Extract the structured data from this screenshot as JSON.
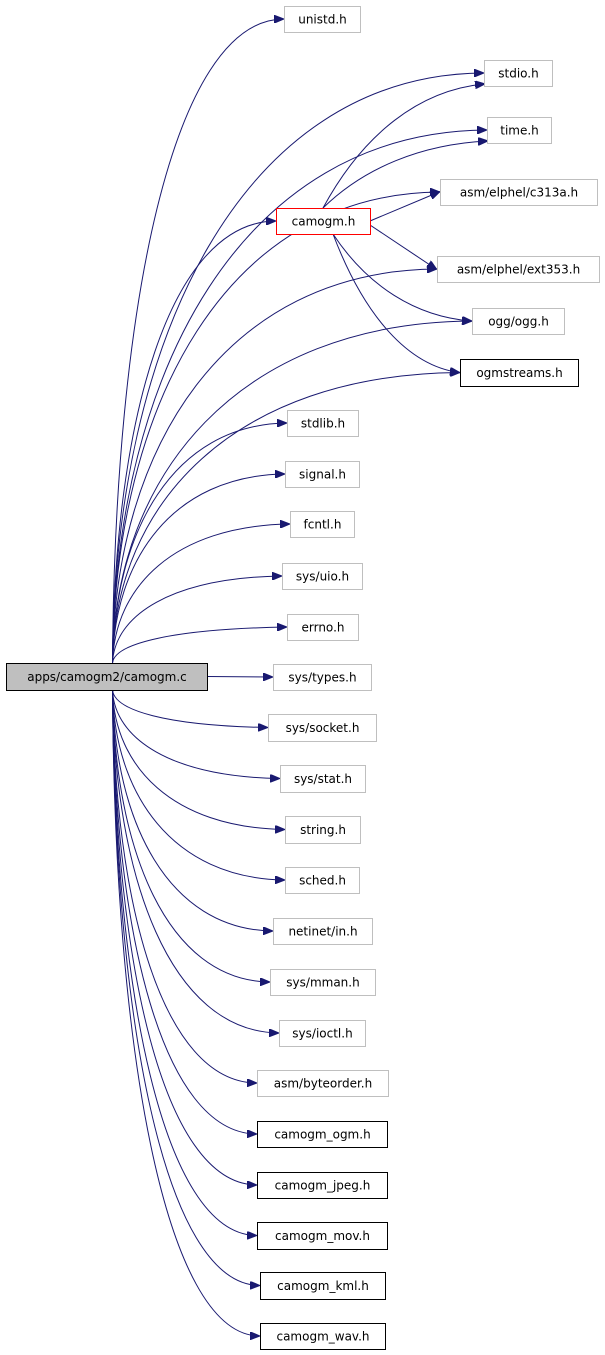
{
  "diagram": {
    "type": "include-dependency-graph",
    "root": "apps/camogm2/camogm.c",
    "colors": {
      "edge": "#191970",
      "root_fill": "#bfbfbf",
      "highlight_border": "#ff0000",
      "plain_border": "#bfbfbf",
      "linked_border": "#000000"
    },
    "nodes": [
      {
        "id": "root",
        "label": "apps/camogm2/camogm.c",
        "style": "root"
      },
      {
        "id": "unistd",
        "label": "unistd.h",
        "style": "plain"
      },
      {
        "id": "stdio",
        "label": "stdio.h",
        "style": "plain"
      },
      {
        "id": "time",
        "label": "time.h",
        "style": "plain"
      },
      {
        "id": "c313a",
        "label": "asm/elphel/c313a.h",
        "style": "plain"
      },
      {
        "id": "camogmh",
        "label": "camogm.h",
        "style": "highlight"
      },
      {
        "id": "ext353",
        "label": "asm/elphel/ext353.h",
        "style": "plain"
      },
      {
        "id": "ogg",
        "label": "ogg/ogg.h",
        "style": "plain"
      },
      {
        "id": "ogmstreams",
        "label": "ogmstreams.h",
        "style": "linked"
      },
      {
        "id": "stdlib",
        "label": "stdlib.h",
        "style": "plain"
      },
      {
        "id": "signal",
        "label": "signal.h",
        "style": "plain"
      },
      {
        "id": "fcntl",
        "label": "fcntl.h",
        "style": "plain"
      },
      {
        "id": "uio",
        "label": "sys/uio.h",
        "style": "plain"
      },
      {
        "id": "errno",
        "label": "errno.h",
        "style": "plain"
      },
      {
        "id": "types",
        "label": "sys/types.h",
        "style": "plain"
      },
      {
        "id": "socket",
        "label": "sys/socket.h",
        "style": "plain"
      },
      {
        "id": "stat",
        "label": "sys/stat.h",
        "style": "plain"
      },
      {
        "id": "string",
        "label": "string.h",
        "style": "plain"
      },
      {
        "id": "sched",
        "label": "sched.h",
        "style": "plain"
      },
      {
        "id": "netinet",
        "label": "netinet/in.h",
        "style": "plain"
      },
      {
        "id": "mman",
        "label": "sys/mman.h",
        "style": "plain"
      },
      {
        "id": "ioctl",
        "label": "sys/ioctl.h",
        "style": "plain"
      },
      {
        "id": "byteorder",
        "label": "asm/byteorder.h",
        "style": "plain"
      },
      {
        "id": "c_ogm",
        "label": "camogm_ogm.h",
        "style": "linked"
      },
      {
        "id": "c_jpeg",
        "label": "camogm_jpeg.h",
        "style": "linked"
      },
      {
        "id": "c_mov",
        "label": "camogm_mov.h",
        "style": "linked"
      },
      {
        "id": "c_kml",
        "label": "camogm_kml.h",
        "style": "linked"
      },
      {
        "id": "c_wav",
        "label": "camogm_wav.h",
        "style": "linked"
      }
    ],
    "edges": [
      {
        "from": "root",
        "to": "unistd"
      },
      {
        "from": "root",
        "to": "stdio"
      },
      {
        "from": "root",
        "to": "time"
      },
      {
        "from": "root",
        "to": "c313a"
      },
      {
        "from": "root",
        "to": "camogmh"
      },
      {
        "from": "root",
        "to": "ext353"
      },
      {
        "from": "root",
        "to": "ogg"
      },
      {
        "from": "root",
        "to": "ogmstreams"
      },
      {
        "from": "root",
        "to": "stdlib"
      },
      {
        "from": "root",
        "to": "signal"
      },
      {
        "from": "root",
        "to": "fcntl"
      },
      {
        "from": "root",
        "to": "uio"
      },
      {
        "from": "root",
        "to": "errno"
      },
      {
        "from": "root",
        "to": "types"
      },
      {
        "from": "root",
        "to": "socket"
      },
      {
        "from": "root",
        "to": "stat"
      },
      {
        "from": "root",
        "to": "string"
      },
      {
        "from": "root",
        "to": "sched"
      },
      {
        "from": "root",
        "to": "netinet"
      },
      {
        "from": "root",
        "to": "mman"
      },
      {
        "from": "root",
        "to": "ioctl"
      },
      {
        "from": "root",
        "to": "byteorder"
      },
      {
        "from": "root",
        "to": "c_ogm"
      },
      {
        "from": "root",
        "to": "c_jpeg"
      },
      {
        "from": "root",
        "to": "c_mov"
      },
      {
        "from": "root",
        "to": "c_kml"
      },
      {
        "from": "root",
        "to": "c_wav"
      },
      {
        "from": "camogmh",
        "to": "stdio"
      },
      {
        "from": "camogmh",
        "to": "time"
      },
      {
        "from": "camogmh",
        "to": "c313a"
      },
      {
        "from": "camogmh",
        "to": "ext353"
      },
      {
        "from": "camogmh",
        "to": "ogg"
      },
      {
        "from": "camogmh",
        "to": "ogmstreams"
      }
    ]
  }
}
